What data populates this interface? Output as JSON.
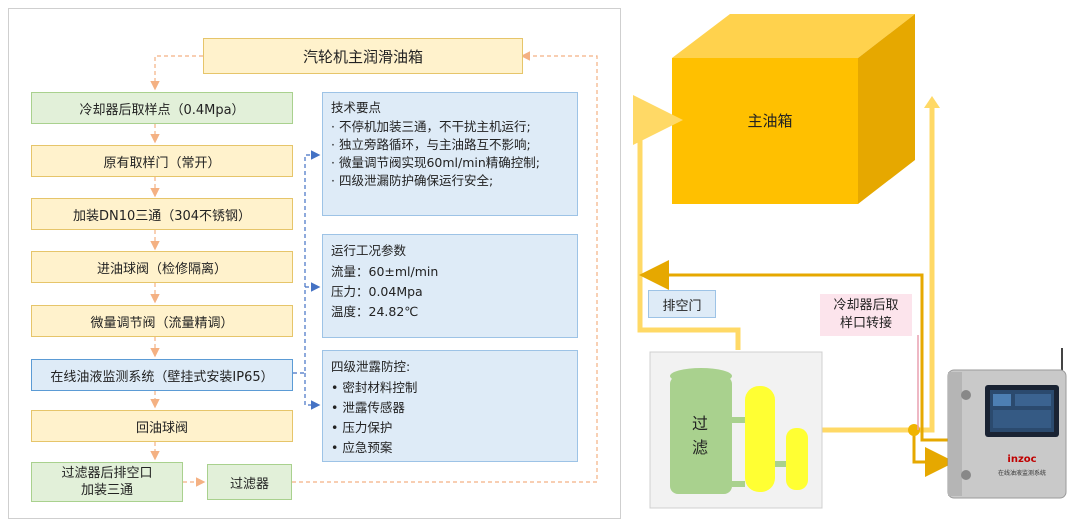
{
  "flow": {
    "top_box": "汽轮机主润滑油箱",
    "steps": [
      "冷却器后取样点（0.4Mpa）",
      "原有取样门（常开）",
      "加装DN10三通（304不锈钢）",
      "进油球阀（检修隔离）",
      "微量调节阀（流量精调）",
      "在线油液监测系统（壁挂式安装IP65）",
      "回油球阀"
    ],
    "filter_drain": "过滤器后排空口\n加装三通",
    "filter": "过滤器"
  },
  "tech_points": {
    "title": "技术要点",
    "items": [
      "· 不停机加装三通，不干扰主机运行;",
      "· 独立旁路循环，与主油路互不影响;",
      "· 微量调节阀实现60ml/min精确控制;",
      "· 四级泄漏防护确保运行安全;"
    ]
  },
  "operating_params": {
    "title": "运行工况参数",
    "items": [
      "流量：60±ml/min",
      "压力：0.04Mpa",
      "温度：24.82℃"
    ]
  },
  "leak_protection": {
    "title": "四级泄露防控:",
    "items": [
      "•  密封材料控制",
      "•  泄露传感器",
      "•  压力保护",
      "•  应急预案"
    ]
  },
  "illustration": {
    "main_tank": "主油箱",
    "vent_valve": "排空门",
    "filter_label_1": "过",
    "filter_label_2": "滤",
    "cooler_port": "冷却器后取\n样口转接",
    "device_brand": "inzoc",
    "device_caption": "在线油液监测系统"
  },
  "colors": {
    "yellow_tank": "#ffc000",
    "yellow_pipe": "#ffd966",
    "dark_pipe": "#e6a800",
    "filter_green": "#a9d18e",
    "filter_yellow": "#ffff33",
    "device_red": "#c00000"
  }
}
